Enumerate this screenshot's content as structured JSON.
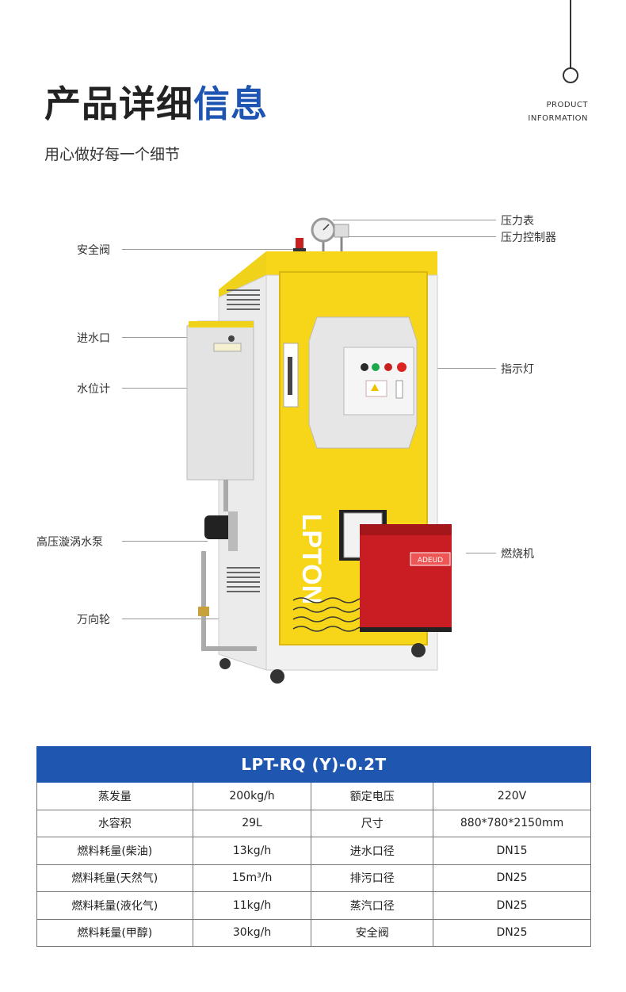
{
  "header": {
    "title_part1": "产品详细",
    "title_part2": "信息",
    "subtitle": "用心做好每一个细节",
    "en_line1": "PRODUCT",
    "en_line2": "INFORMATION"
  },
  "colors": {
    "accent_blue": "#1f57b0",
    "cabinet_yellow": "#f7d61a",
    "burner_red": "#c81e23"
  },
  "machine": {
    "brand": "LPTON",
    "burner_badge": "ADEUD"
  },
  "callouts": {
    "left": [
      "安全阀",
      "进水口",
      "水位计",
      "高压漩涡水泵",
      "万向轮"
    ],
    "right": [
      "压力表",
      "压力控制器",
      "指示灯",
      "燃烧机"
    ]
  },
  "spec_table": {
    "model": "LPT-RQ (Y)-0.2T",
    "rows": [
      [
        "蒸发量",
        "200kg/h",
        "额定电压",
        "220V"
      ],
      [
        "水容积",
        "29L",
        "尺寸",
        "880*780*2150mm"
      ],
      [
        "燃料耗量(柴油)",
        "13kg/h",
        "进水口径",
        "DN15"
      ],
      [
        "燃料耗量(天然气)",
        "15m³/h",
        "排污口径",
        "DN25"
      ],
      [
        "燃料耗量(液化气)",
        "11kg/h",
        "蒸汽口径",
        "DN25"
      ],
      [
        "燃料耗量(甲醇)",
        "30kg/h",
        "安全阀",
        "DN25"
      ]
    ]
  }
}
